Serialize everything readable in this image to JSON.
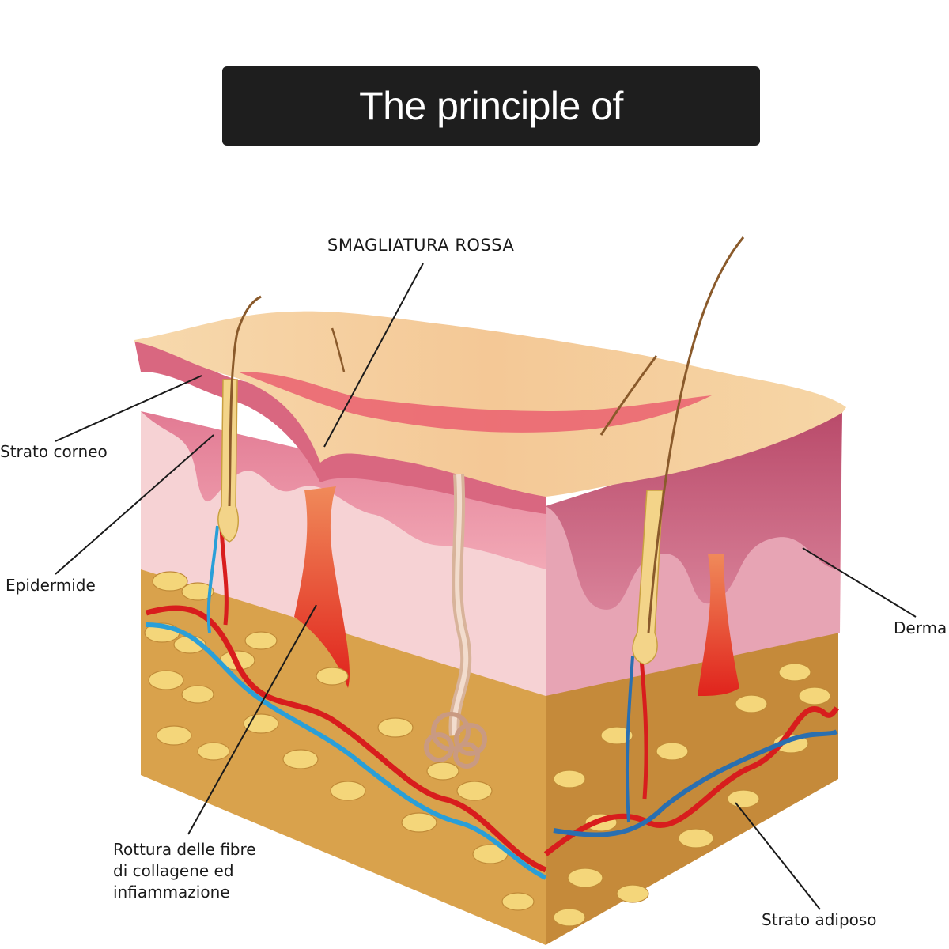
{
  "banner": {
    "title": "The principle of"
  },
  "labels": {
    "stretch_mark": "SMAGLIATURA ROSSA",
    "stratum_corneum": "Strato corneo",
    "epidermis": "Epidermide",
    "dermis": "Derma",
    "collagen_line1": "Rottura delle fibre",
    "collagen_line2": "di collagene ed",
    "collagen_line3": "infiammazione",
    "fat_layer": "Strato adiposo"
  },
  "colors": {
    "banner_bg": "#1e1e1e",
    "skin_surface": "#f5d3a2",
    "epidermis": "#e98da0",
    "dermis": "#f6d2d4",
    "fat": "#d9a24c",
    "fat_cell": "#f4d67a",
    "artery": "#d81d1d",
    "vein": "#2a9fd8",
    "stretch_mark": "#e0231c"
  }
}
